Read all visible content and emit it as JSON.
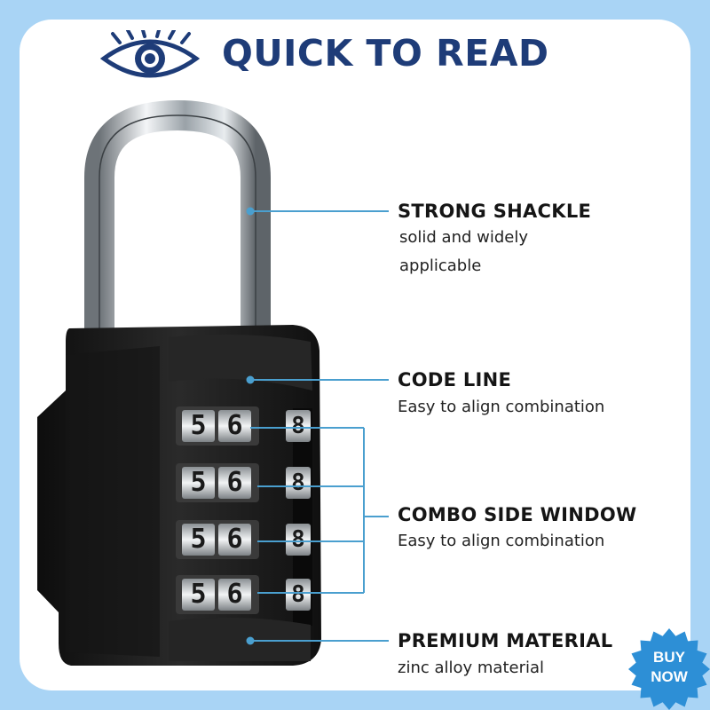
{
  "header": {
    "title": "QUICK TO READ",
    "icon": "eye-icon",
    "title_color": "#1e3c78"
  },
  "features": [
    {
      "title": "STRONG SHACKLE",
      "desc_line1": "solid and widely",
      "desc_line2": "applicable"
    },
    {
      "title": "CODE LINE",
      "desc_line1": "Easy to align combination"
    },
    {
      "title": "COMBO SIDE WINDOW",
      "desc_line1": "Easy to align combination"
    },
    {
      "title": "PREMIUM MATERIAL",
      "desc_line1": "zinc alloy material"
    }
  ],
  "dials": [
    {
      "digit1": "5",
      "digit2": "6",
      "side": "8"
    },
    {
      "digit1": "5",
      "digit2": "6",
      "side": "8"
    },
    {
      "digit1": "5",
      "digit2": "6",
      "side": "8"
    },
    {
      "digit1": "5",
      "digit2": "6",
      "side": "8"
    }
  ],
  "badge": {
    "line1": "BUY",
    "line2": "NOW",
    "color": "#2d8fd6"
  },
  "colors": {
    "background": "#a9d4f5",
    "leader": "#4a9fcf",
    "lock_body": "#1a1a1a"
  }
}
